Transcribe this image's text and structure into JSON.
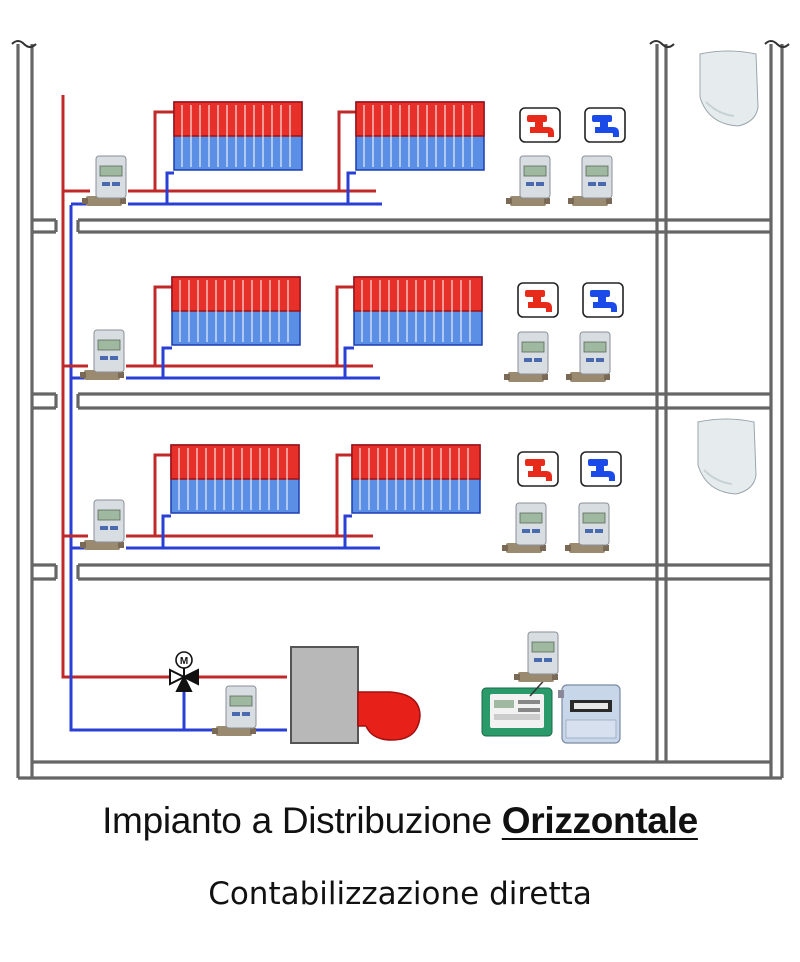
{
  "caption": {
    "title_prefix": "Impianto a Distribuzione",
    "title_emphasis": "Orizzontale",
    "subtitle": "Contabilizzazione diretta"
  },
  "valve_label": "M",
  "colors": {
    "hot_pipe": "#c0282a",
    "cold_pipe": "#2a3fd6",
    "radiator_hot": "#e8302a",
    "radiator_cold": "#5b8fe6",
    "wall": "#666666",
    "boiler": "#b8b8b8",
    "burner": "#e8201a"
  },
  "icons": [
    "heat-meter-icon",
    "hot-water-tap-icon",
    "cold-water-tap-icon",
    "water-meter-icon",
    "radiator-icon",
    "three-way-valve-icon",
    "boiler-icon",
    "burner-icon",
    "controller-icon",
    "gas-meter-icon",
    "concentrator-icon"
  ]
}
